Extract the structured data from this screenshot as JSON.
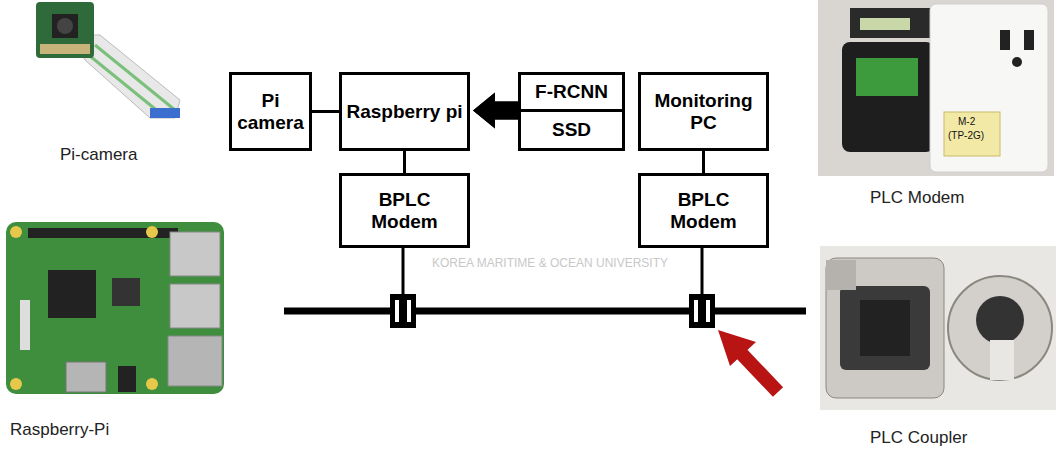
{
  "diagram": {
    "nodes": [
      {
        "text": [
          "Pi camera"
        ]
      },
      {
        "text": [
          "Raspberry pi"
        ]
      },
      {
        "text": [
          "F-RCNN"
        ]
      },
      {
        "text": [
          "SSD"
        ]
      },
      {
        "text": [
          "Monitoring PC"
        ]
      },
      {
        "text": [
          "BPLC Modem"
        ]
      },
      {
        "text": [
          "BPLC Modem"
        ]
      }
    ],
    "edges": [
      {
        "from": 0,
        "to": 1,
        "arrow": "none"
      },
      {
        "from": 2,
        "to": 1,
        "arrow": "to"
      },
      {
        "from": 3,
        "to": 1,
        "arrow": "to"
      },
      {
        "from": 1,
        "to": 5,
        "arrow": "none"
      },
      {
        "from": 4,
        "to": 6,
        "arrow": "none"
      }
    ],
    "labels": [
      "Pi-camera",
      "Raspberry-Pi",
      "PLC Modem",
      "PLC Coupler",
      "M-2",
      "(TP-2G)",
      "KOREA MARITIME & OCEAN UNIVERSITY"
    ]
  }
}
